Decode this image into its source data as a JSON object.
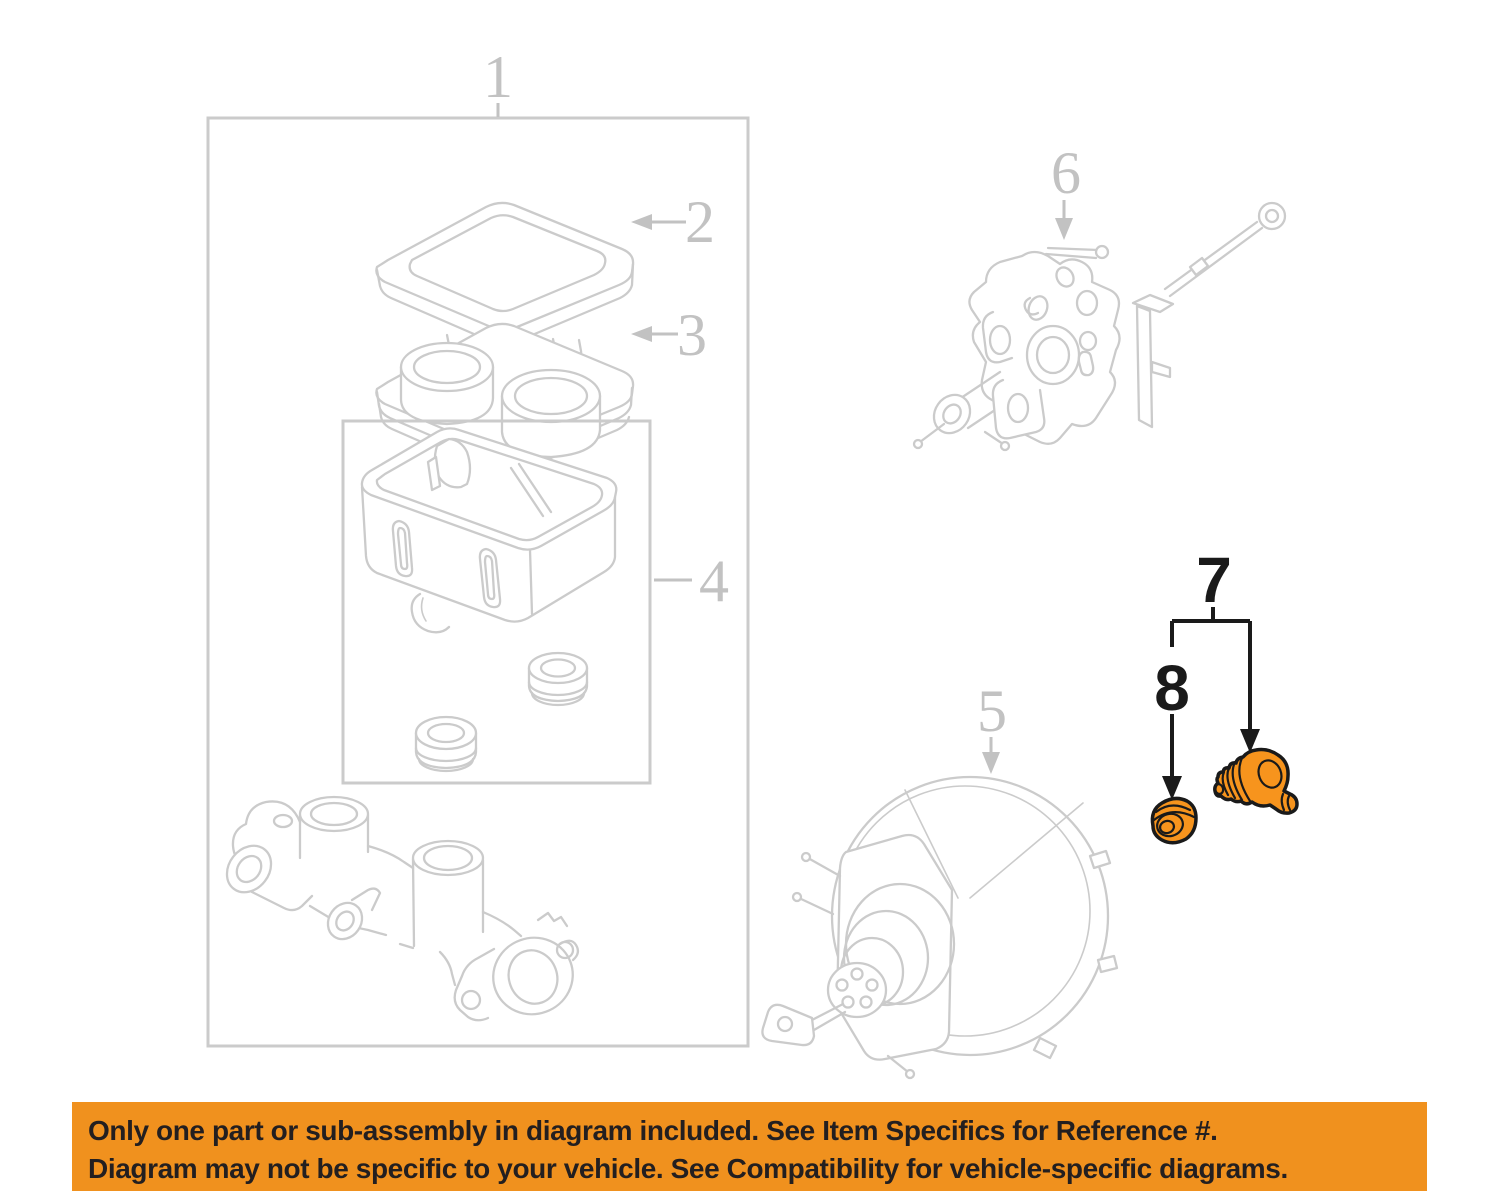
{
  "colors": {
    "banner_orange": "#f0911e",
    "part_orange": "#f7941d",
    "banner_text": "#231f20",
    "line_gray": "#cbcbcb",
    "label_gray": "#c2c2c2",
    "ink": "#1a1a1a",
    "page_bg": "#ffffff"
  },
  "callouts": {
    "n1": "1",
    "n2": "2",
    "n3": "3",
    "n4": "4",
    "n5": "5",
    "n6": "6",
    "n7": "7",
    "n8": "8"
  },
  "banner": {
    "line1": "Only one part or sub-assembly in diagram included. See Item Specifics for Reference #.",
    "line2": "Diagram may not be specific to your vehicle. See Compatibility for vehicle-specific diagrams."
  }
}
